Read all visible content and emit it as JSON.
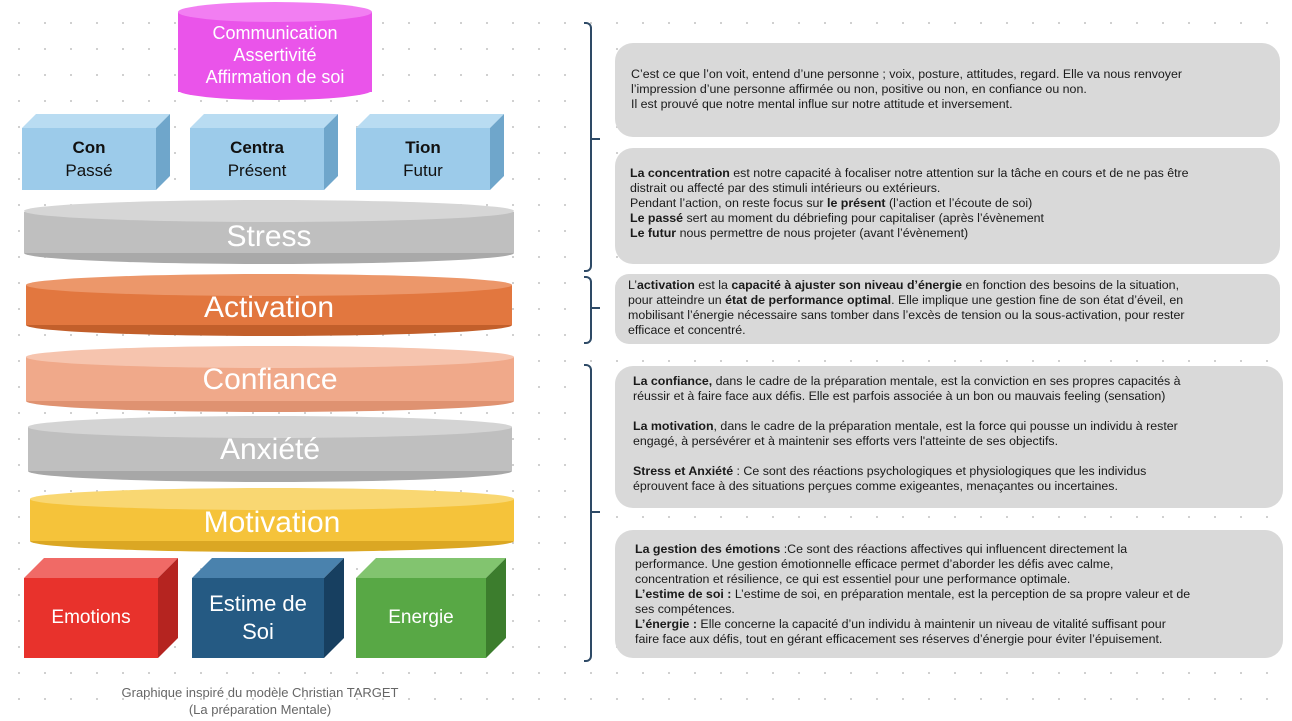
{
  "top_cylinder": {
    "lines": [
      "Communication",
      "Assertivité",
      "Affirmation de soi"
    ],
    "color": "#ea54ea"
  },
  "time_boxes": [
    {
      "title": "Con",
      "subtitle": "Passé"
    },
    {
      "title": "Centra",
      "subtitle": "Présent"
    },
    {
      "title": "Tion",
      "subtitle": "Futur"
    }
  ],
  "discs": {
    "stress": {
      "label": "Stress",
      "color": "#bfbfbf"
    },
    "activation": {
      "label": "Activation",
      "color": "#e2773f"
    },
    "confiance": {
      "label": "Confiance",
      "color": "#f0a98a"
    },
    "anxiete": {
      "label": "Anxiété",
      "color": "#bfbfbf"
    },
    "motivation": {
      "label": "Motivation",
      "color": "#f5c33a"
    }
  },
  "base_boxes": [
    {
      "label": "Emotions",
      "color": "#e8322c"
    },
    {
      "label": "Estime de Soi",
      "color": "#255a83"
    },
    {
      "label": "Energie",
      "color": "#58a845"
    }
  ],
  "panels": {
    "p1": [
      "C’est ce que l’on voit, entend  d’une personne ; voix, posture, attitudes, regard. Elle va nous renvoyer",
      "l’impression d’une personne affirmée ou non, positive ou non, en confiance ou non.",
      "Il est prouvé que notre mental influe sur notre attitude et inversement."
    ],
    "p2": {
      "l1_bold": "La concentration",
      "l1": " est notre capacité à focaliser notre attention sur la tâche en cours et de ne pas être",
      "l2": "distrait ou affecté  par des stimuli intérieurs ou extérieurs.",
      "l3": "Pendant l’action, on reste focus sur ",
      "l3_bold": "le présent",
      "l3_end": " (l’action et l’écoute de soi)",
      "l4_bold": "Le passé",
      "l4": " sert au moment du débriefing pour capitaliser (après l’évènement",
      "l5_bold": "Le futur",
      "l5": " nous permettre de nous projeter (avant l’évènement)"
    },
    "p3": {
      "a1": "L’",
      "a1_bold": "activation",
      "a2": " est la ",
      "a2_bold": "capacité à ajuster son niveau d’énergie",
      "a3": " en fonction des besoins de la situation,",
      "l2": "pour atteindre un ",
      "l2_bold": "état de performance optimal",
      "l2_end": ". Elle implique une gestion fine de son état d’éveil, en",
      "l3": "mobilisant l’énergie nécessaire sans tomber dans l’excès de tension ou la sous-activation, pour rester",
      "l4": "efficace et concentré."
    },
    "p4": {
      "c_bold": "La confiance,",
      "c1": " dans le cadre de la préparation mentale, est la conviction en ses propres capacités à",
      "c2": "réussir et à faire face aux défis. Elle est parfois associée à un bon ou mauvais feeling (sensation)",
      "m_bold": "La motivation",
      "m1": ", dans le cadre de la préparation mentale, est la force qui pousse un individu à rester",
      "m2": "engagé, à persévérer et à maintenir ses efforts vers l'atteinte de ses objectifs.",
      "s_bold": "Stress et Anxiété",
      "s1": " : Ce sont des réactions psychologiques et physiologiques que les individus",
      "s2": "éprouvent face à des situations perçues comme exigeantes, menaçantes ou incertaines."
    },
    "p5": {
      "g_bold": "La gestion des émotions",
      "g1": " :Ce sont des réactions affectives qui influencent directement la",
      "g2": "performance. Une gestion émotionnelle efficace permet d’aborder les défis avec calme,",
      "g3": "concentration et résilience, ce qui est essentiel pour une performance optimale.",
      "e_bold": "L’estime de soi :",
      "e1": " L’estime de soi, en préparation mentale, est la perception de sa propre valeur et de",
      "e2": "ses compétences.",
      "n_bold": "L’énergie :",
      "n1": " Elle concerne la capacité d’un individu à maintenir un niveau de vitalité suffisant pour",
      "n2": "faire face aux défis, tout en gérant efficacement ses réserves d’énergie pour éviter l’épuisement."
    }
  },
  "caption": {
    "line1": "Graphique inspiré du modèle Christian TARGET",
    "line2": "(La préparation Mentale)"
  }
}
